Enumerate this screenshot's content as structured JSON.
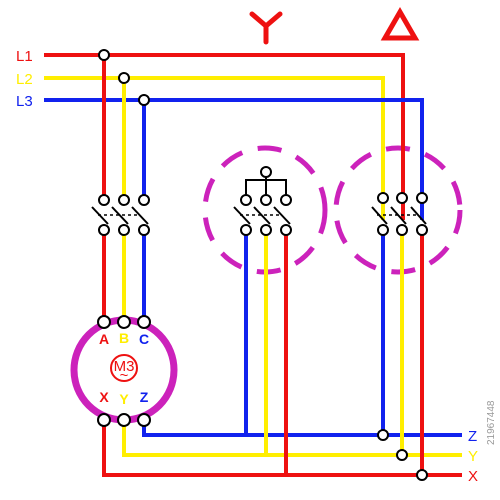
{
  "colors": {
    "l1": "#ee1111",
    "l2": "#ffee00",
    "l3": "#1122ee",
    "contact": "#000000",
    "motor": "#cc22bb",
    "delta": "#ee1111",
    "wye": "#ee1111",
    "background": "#ffffff"
  },
  "lines": {
    "l1": "L1",
    "l2": "L2",
    "l3": "L3"
  },
  "outputs": {
    "z": "Z",
    "y": "Y",
    "x": "X"
  },
  "motor": {
    "terminal_a": "A",
    "terminal_b": "B",
    "terminal_c": "C",
    "terminal_x": "X",
    "terminal_y": "Y",
    "terminal_z": "Z",
    "symbol": "M3",
    "symbol_note": "~"
  },
  "modes": {
    "wye_symbol": "Y",
    "delta_symbol": "triangle"
  },
  "watermark": {
    "id": "21967448"
  }
}
